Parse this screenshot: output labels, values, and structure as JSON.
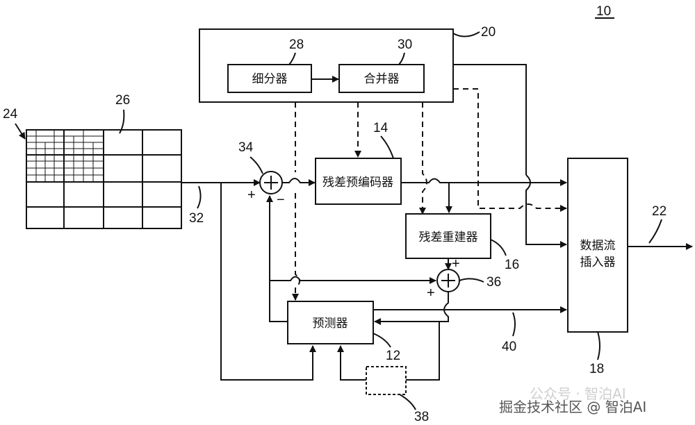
{
  "figure_number": "10",
  "blocks": {
    "subdivider": {
      "label": "细分器",
      "ref": "28"
    },
    "merger": {
      "label": "合并器",
      "ref": "30"
    },
    "control_block": {
      "ref": "20"
    },
    "residual_precoder": {
      "label": "残差预编码器",
      "ref": "14"
    },
    "residual_reconstructor": {
      "label": "残差重建器",
      "ref": "16"
    },
    "predictor": {
      "label": "预测器",
      "ref": "12"
    },
    "data_stream_inserter": {
      "label_line1": "数据流",
      "label_line2": "插入器",
      "ref": "18"
    },
    "dashed_box": {
      "ref": "38"
    }
  },
  "refs": {
    "picture": "24",
    "grid": "26",
    "input_signal": "32",
    "subtractor": "34",
    "adder": "36",
    "prediction_path": "40",
    "output": "22"
  },
  "signs": {
    "subtractor_plus": "+",
    "subtractor_minus": "−",
    "adder_plus_top": "+",
    "adder_plus_left": "+"
  },
  "watermark": {
    "line1": "公众号 · 智泊AI",
    "line2": "掘金技术社区 @ 智泊AI"
  }
}
